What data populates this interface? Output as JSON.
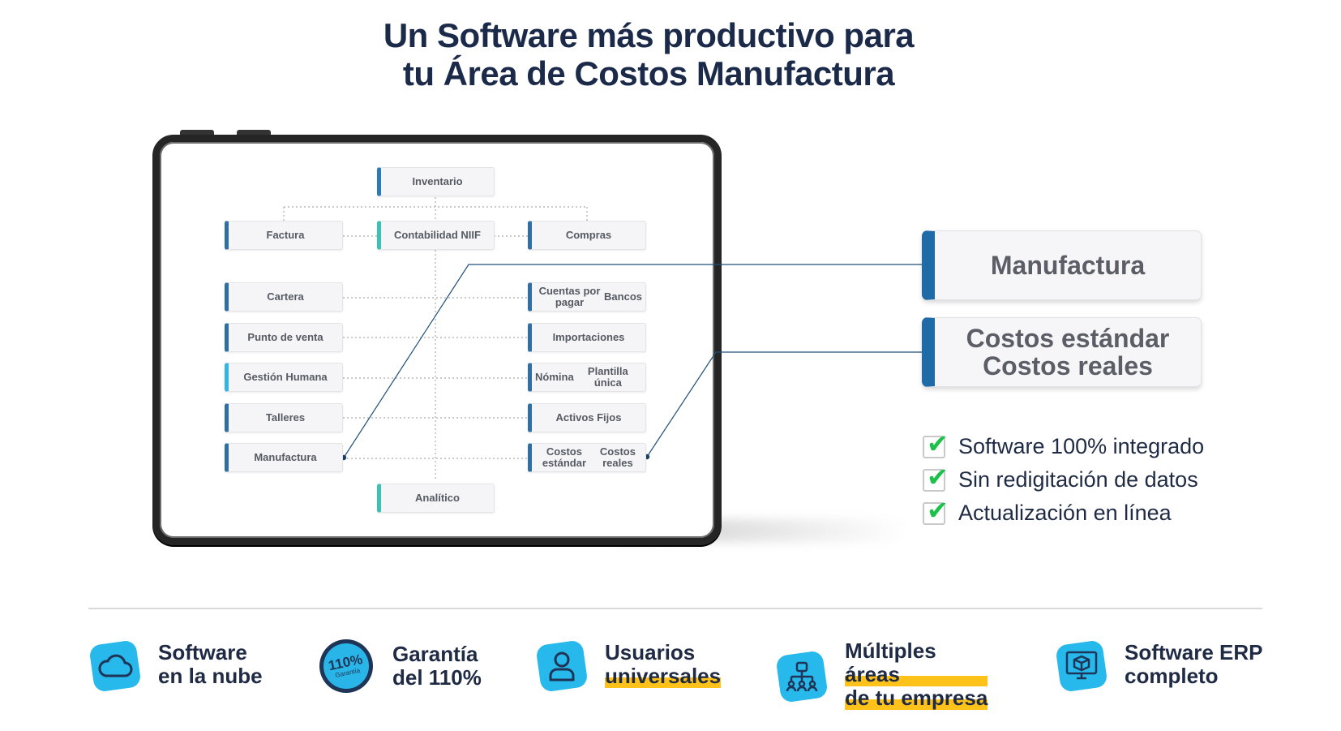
{
  "headline": {
    "line1": "Un Software más productivo para",
    "line2": "tu Área de Costos Manufactura"
  },
  "org_chart": {
    "top": "Inventario",
    "row1": [
      "Factura",
      "Contabilidad NIIF",
      "Compras"
    ],
    "left": [
      "Cartera",
      "Punto de venta",
      "Gestión Humana",
      "Talleres",
      "Manufactura"
    ],
    "right": [
      {
        "l1": "Cuentas por pagar",
        "l2": "Bancos"
      },
      {
        "l1": "Importaciones",
        "l2": ""
      },
      {
        "l1": "Nómina",
        "l2": "Plantilla única"
      },
      {
        "l1": "Activos Fijos",
        "l2": ""
      },
      {
        "l1": "Costos estándar",
        "l2": "Costos reales"
      }
    ],
    "bottom": "Analítico"
  },
  "callouts": {
    "manufactura": "Manufactura",
    "costos_l1": "Costos estándar",
    "costos_l2": "Costos reales"
  },
  "checklist": [
    "Software 100% integrado",
    "Sin redigitación de datos",
    "Actualización en línea"
  ],
  "features": {
    "nube": {
      "l1": "Software",
      "l2": "en la nube",
      "icon": "cloud-icon"
    },
    "garantia": {
      "l1": "Garantía",
      "l2": "del 110%",
      "badge_big": "110%",
      "badge_small": "Garantía",
      "icon": "guarantee-badge-icon"
    },
    "usuarios": {
      "l1": "Usuarios",
      "l2": "universales",
      "icon": "user-icon"
    },
    "areas": {
      "l1a": "Múltiples ",
      "l1b": "áreas",
      "l2": "de tu empresa",
      "icon": "org-structure-icon"
    },
    "erp": {
      "l1": "Software ERP",
      "l2": "completo",
      "icon": "computer-box-icon"
    }
  },
  "colors": {
    "navy": "#1c2a4a",
    "accent_blue": "#1f6aa8",
    "teal": "#3ec0b3",
    "sky": "#27b9ec",
    "check_green": "#1cc14a",
    "highlight_yellow": "#ffc21a"
  }
}
